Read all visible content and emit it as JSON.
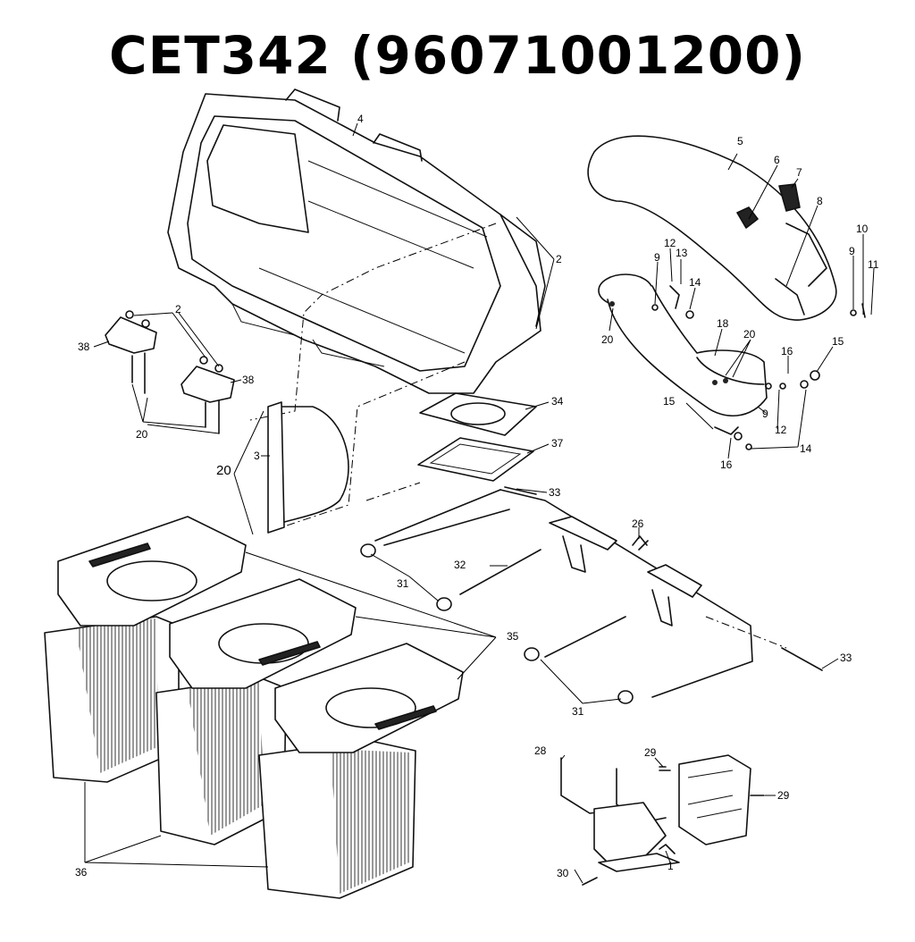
{
  "title": "CET342  (96071001200)",
  "parts": {
    "p1": "1",
    "p2": "2",
    "p3": "3",
    "p4": "4",
    "p5": "5",
    "p6": "6",
    "p7": "7",
    "p8": "8",
    "p9": "9",
    "p10": "10",
    "p11": "11",
    "p12": "12",
    "p13": "13",
    "p14": "14",
    "p15": "15",
    "p16": "16",
    "p18": "18",
    "p20": "20",
    "p26": "26",
    "p28": "28",
    "p29": "29",
    "p30": "30",
    "p31": "31",
    "p32": "32",
    "p33": "33",
    "p34": "34",
    "p35": "35",
    "p36": "36",
    "p37": "37",
    "p38": "38"
  }
}
